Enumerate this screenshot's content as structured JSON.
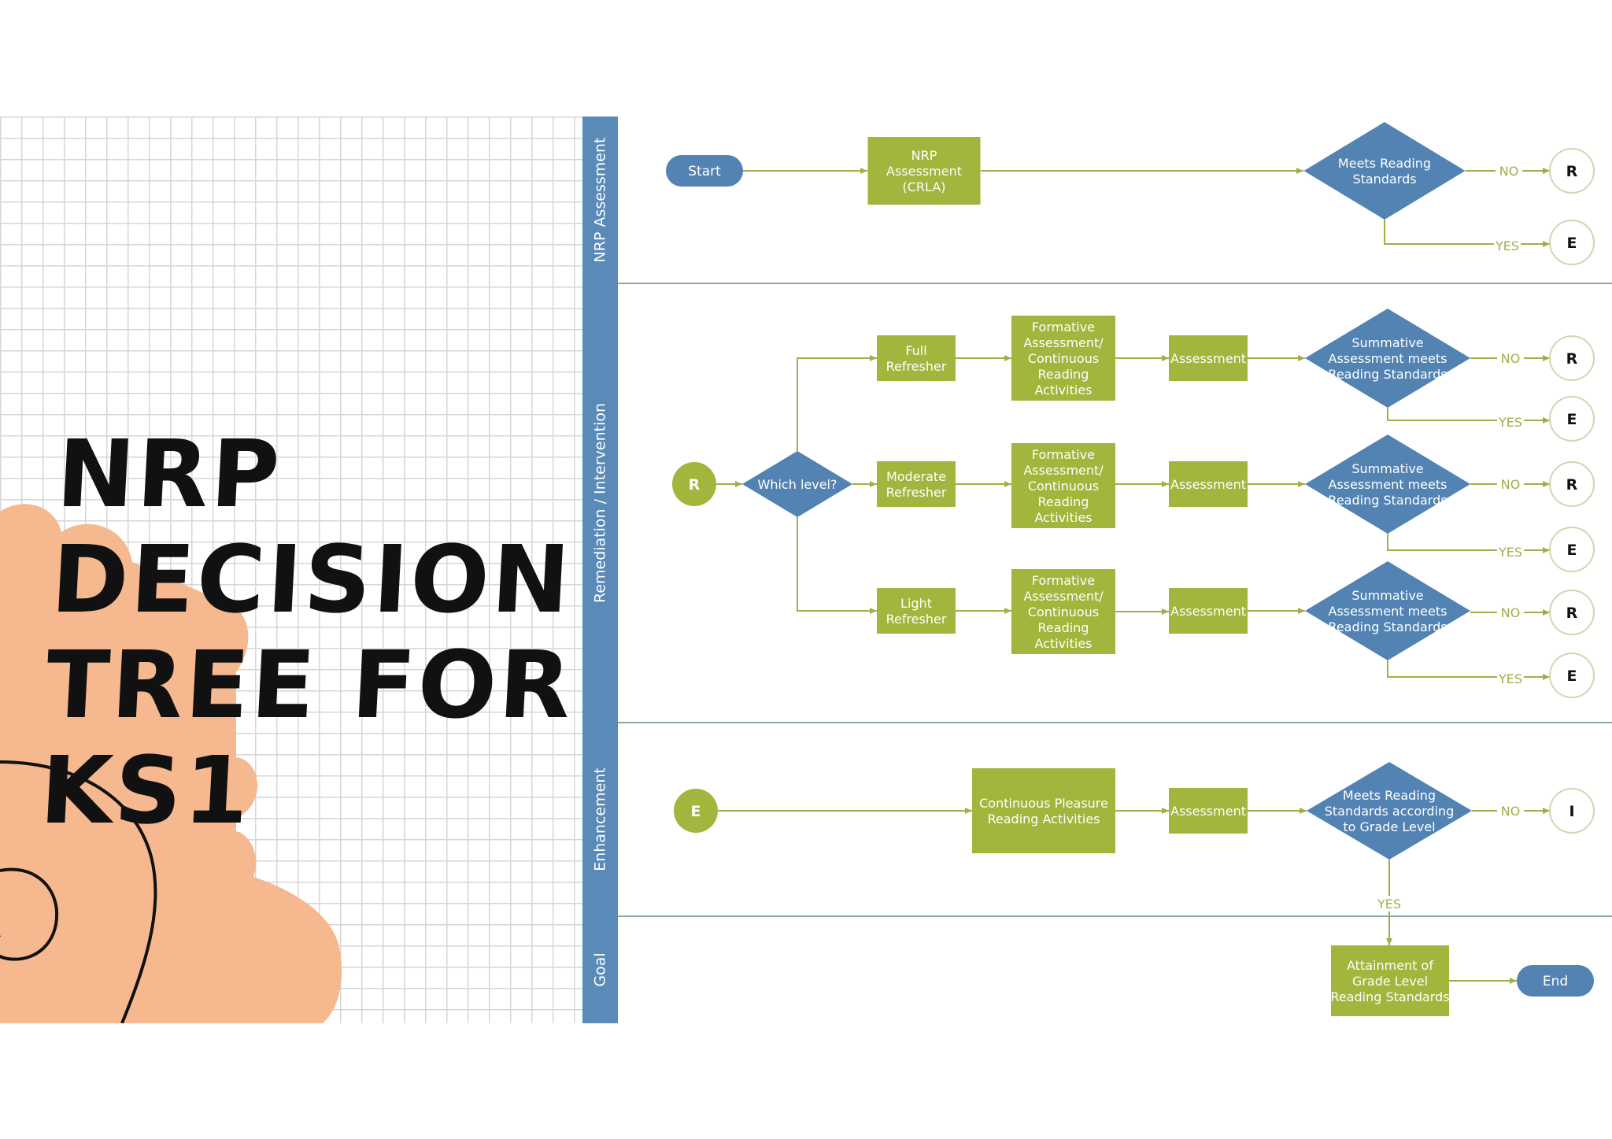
{
  "title": {
    "lines": [
      "NRP",
      "DECISION",
      "TREE FOR",
      "KS1"
    ]
  },
  "colors": {
    "green": "#a3b53c",
    "blue": "#5283b3",
    "lane_bar": "#5a8ab8",
    "line": "#9fb04b",
    "peach": "#f6b88e",
    "divider": "#8ea9a3"
  },
  "lanes": [
    {
      "id": "nrp",
      "label": "NRP Assessment"
    },
    {
      "id": "rem",
      "label": "Remediation / Intervention"
    },
    {
      "id": "enh",
      "label": "Enhancement"
    },
    {
      "id": "goal",
      "label": "Goal"
    }
  ],
  "nodes": [
    {
      "id": "start",
      "shape": "pill",
      "lines": [
        "Start"
      ]
    },
    {
      "id": "nrp_assess",
      "shape": "rect",
      "lines": [
        "NRP",
        "Assessment",
        "(CRLA)"
      ]
    },
    {
      "id": "meets1",
      "shape": "diamond",
      "lines": [
        "Meets Reading",
        "Standards"
      ]
    },
    {
      "id": "c_r_top",
      "shape": "circle",
      "lines": [
        "R"
      ]
    },
    {
      "id": "c_e_top",
      "shape": "circle",
      "lines": [
        "E"
      ]
    },
    {
      "id": "r_start",
      "shape": "filled-circle",
      "lines": [
        "R"
      ]
    },
    {
      "id": "which",
      "shape": "diamond",
      "lines": [
        "Which level?"
      ]
    },
    {
      "id": "full",
      "shape": "rect",
      "lines": [
        "Full",
        "Refresher"
      ]
    },
    {
      "id": "moderate",
      "shape": "rect",
      "lines": [
        "Moderate",
        "Refresher"
      ]
    },
    {
      "id": "light",
      "shape": "rect",
      "lines": [
        "Light",
        "Refresher"
      ]
    },
    {
      "id": "form1",
      "shape": "rect",
      "lines": [
        "Formative",
        "Assessment/",
        "Continuous",
        "Reading",
        "Activities"
      ]
    },
    {
      "id": "form2",
      "shape": "rect",
      "lines": [
        "Formative",
        "Assessment/",
        "Continuous",
        "Reading",
        "Activities"
      ]
    },
    {
      "id": "form3",
      "shape": "rect",
      "lines": [
        "Formative",
        "Assessment/",
        "Continuous",
        "Reading",
        "Activities"
      ]
    },
    {
      "id": "assess1",
      "shape": "rect",
      "lines": [
        "Assessment"
      ]
    },
    {
      "id": "assess2",
      "shape": "rect",
      "lines": [
        "Assessment"
      ]
    },
    {
      "id": "assess3",
      "shape": "rect",
      "lines": [
        "Assessment"
      ]
    },
    {
      "id": "sum1",
      "shape": "diamond",
      "lines": [
        "Summative",
        "Assessment meets",
        "Reading Standards"
      ]
    },
    {
      "id": "sum2",
      "shape": "diamond",
      "lines": [
        "Summative",
        "Assessment meets",
        "Reading Standards"
      ]
    },
    {
      "id": "sum3",
      "shape": "diamond",
      "lines": [
        "Summative",
        "Assessment meets",
        "Reading Standards"
      ]
    },
    {
      "id": "c_r1",
      "shape": "circle",
      "lines": [
        "R"
      ]
    },
    {
      "id": "c_e1",
      "shape": "circle",
      "lines": [
        "E"
      ]
    },
    {
      "id": "c_r2",
      "shape": "circle",
      "lines": [
        "R"
      ]
    },
    {
      "id": "c_e2",
      "shape": "circle",
      "lines": [
        "E"
      ]
    },
    {
      "id": "c_r3",
      "shape": "circle",
      "lines": [
        "R"
      ]
    },
    {
      "id": "c_e3",
      "shape": "circle",
      "lines": [
        "E"
      ]
    },
    {
      "id": "e_start",
      "shape": "filled-circle",
      "lines": [
        "E"
      ]
    },
    {
      "id": "pleasure",
      "shape": "rect",
      "lines": [
        "Continuous Pleasure",
        "Reading Activities"
      ]
    },
    {
      "id": "assess4",
      "shape": "rect",
      "lines": [
        "Assessment"
      ]
    },
    {
      "id": "meets2",
      "shape": "diamond",
      "lines": [
        "Meets Reading",
        "Standards according",
        "to Grade Level"
      ]
    },
    {
      "id": "c_i",
      "shape": "circle",
      "lines": [
        "I"
      ]
    },
    {
      "id": "attain",
      "shape": "rect",
      "lines": [
        "Attainment of",
        "Grade Level",
        "Reading Standards"
      ]
    },
    {
      "id": "end",
      "shape": "pill",
      "lines": [
        "End"
      ]
    }
  ],
  "edges": [
    {
      "from": "start",
      "to": "nrp_assess"
    },
    {
      "from": "nrp_assess",
      "to": "meets1"
    },
    {
      "from": "meets1",
      "to": "c_r_top",
      "label": "NO"
    },
    {
      "from": "meets1",
      "to": "c_e_top",
      "label": "YES"
    },
    {
      "from": "r_start",
      "to": "which"
    },
    {
      "from": "which",
      "to": "full"
    },
    {
      "from": "which",
      "to": "moderate"
    },
    {
      "from": "which",
      "to": "light"
    },
    {
      "from": "full",
      "to": "form1"
    },
    {
      "from": "moderate",
      "to": "form2"
    },
    {
      "from": "light",
      "to": "form3"
    },
    {
      "from": "form1",
      "to": "assess1"
    },
    {
      "from": "form2",
      "to": "assess2"
    },
    {
      "from": "form3",
      "to": "assess3"
    },
    {
      "from": "assess1",
      "to": "sum1"
    },
    {
      "from": "assess2",
      "to": "sum2"
    },
    {
      "from": "assess3",
      "to": "sum3"
    },
    {
      "from": "sum1",
      "to": "c_r1",
      "label": "NO"
    },
    {
      "from": "sum1",
      "to": "c_e1",
      "label": "YES"
    },
    {
      "from": "sum2",
      "to": "c_r2",
      "label": "NO"
    },
    {
      "from": "sum2",
      "to": "c_e2",
      "label": "YES"
    },
    {
      "from": "sum3",
      "to": "c_r3",
      "label": "NO"
    },
    {
      "from": "sum3",
      "to": "c_e3",
      "label": "YES"
    },
    {
      "from": "e_start",
      "to": "pleasure"
    },
    {
      "from": "pleasure",
      "to": "assess4"
    },
    {
      "from": "assess4",
      "to": "meets2"
    },
    {
      "from": "meets2",
      "to": "c_i",
      "label": "NO"
    },
    {
      "from": "meets2",
      "to": "attain",
      "label": "YES"
    },
    {
      "from": "attain",
      "to": "end"
    }
  ]
}
